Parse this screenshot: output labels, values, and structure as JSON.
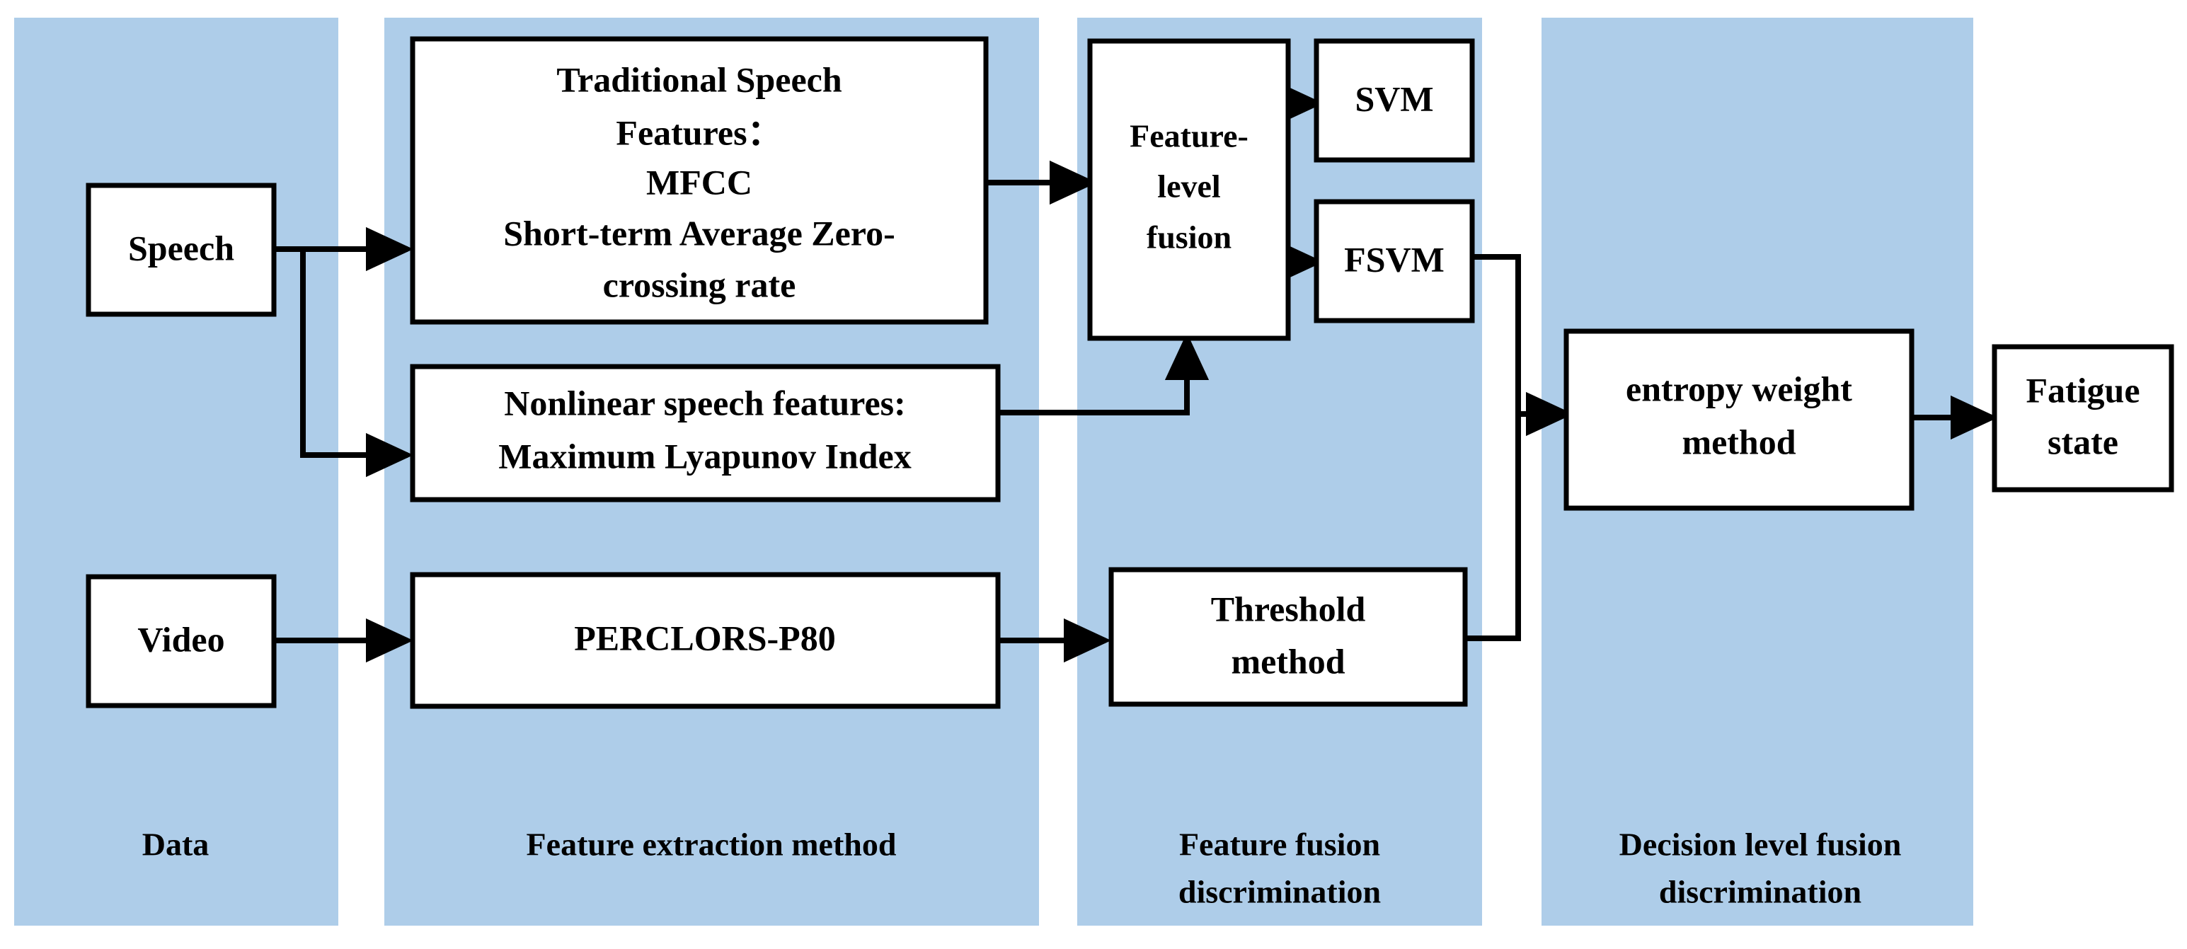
{
  "figure": {
    "type": "flowchart",
    "orientation": "left-to-right",
    "background_color": "#ffffff",
    "band_color": "#aecde9",
    "node_fill": "#ffffff",
    "node_stroke": "#000000",
    "edge_color": "#000000"
  },
  "bands": [
    {
      "id": "data",
      "label": "Data"
    },
    {
      "id": "feature-extraction",
      "label": "Feature extraction method"
    },
    {
      "id": "feature-fusion",
      "label_line1": "Feature fusion",
      "label_line2": "discrimination"
    },
    {
      "id": "decision-fusion",
      "label_line1": "Decision level fusion",
      "label_line2": "discrimination"
    }
  ],
  "nodes": {
    "speech": {
      "label": "Speech"
    },
    "video": {
      "label": "Video"
    },
    "traditional_features": {
      "line1": "Traditional Speech",
      "line2": "Features：",
      "line3": "MFCC",
      "line4": "Short-term Average Zero-",
      "line5": "crossing rate"
    },
    "nonlinear_features": {
      "line1": "Nonlinear speech features:",
      "line2": "Maximum Lyapunov Index"
    },
    "perclors": {
      "label": "PERCLORS-P80"
    },
    "feature_level_fusion": {
      "line1": "Feature-",
      "line2": "level",
      "line3": "fusion"
    },
    "svm": {
      "label": "SVM"
    },
    "fsvm": {
      "label": "FSVM"
    },
    "threshold_method": {
      "line1": "Threshold",
      "line2": "method"
    },
    "entropy_weight_method": {
      "line1": "entropy weight",
      "line2": "method"
    },
    "fatigue_state": {
      "line1": "Fatigue",
      "line2": "state"
    }
  },
  "edges": [
    {
      "from": "speech",
      "to": "traditional_features"
    },
    {
      "from": "speech",
      "to": "nonlinear_features"
    },
    {
      "from": "video",
      "to": "perclors"
    },
    {
      "from": "traditional_features",
      "to": "feature_level_fusion"
    },
    {
      "from": "nonlinear_features",
      "to": "feature_level_fusion"
    },
    {
      "from": "feature_level_fusion",
      "to": "svm"
    },
    {
      "from": "feature_level_fusion",
      "to": "fsvm"
    },
    {
      "from": "perclors",
      "to": "threshold_method"
    },
    {
      "from": "fsvm",
      "to": "entropy_weight_method"
    },
    {
      "from": "threshold_method",
      "to": "entropy_weight_method"
    },
    {
      "from": "entropy_weight_method",
      "to": "fatigue_state"
    }
  ]
}
